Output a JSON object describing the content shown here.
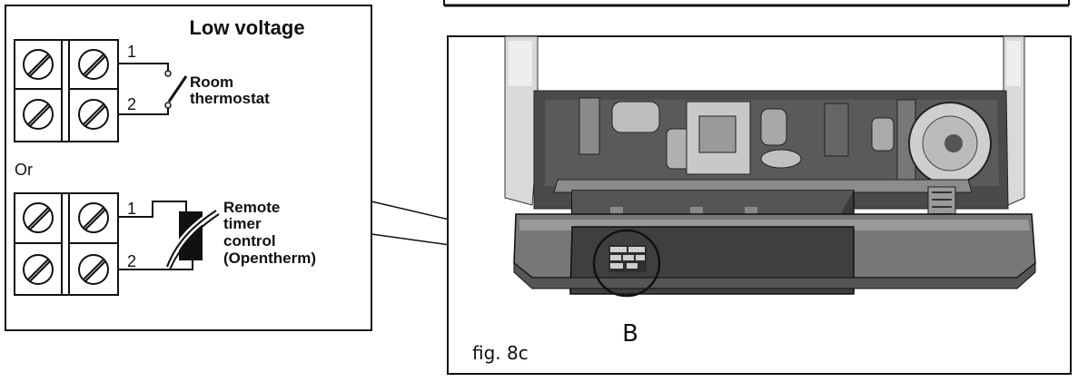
{
  "wiring_panel": {
    "title": "Low voltage",
    "room_thermostat": {
      "terminal_1": "1",
      "terminal_2": "2",
      "label_line1": "Room",
      "label_line2": "thermostat"
    },
    "or_label": "Or",
    "remote_timer": {
      "terminal_1": "1",
      "terminal_2": "2",
      "label_line1": "Remote",
      "label_line2": "timer",
      "label_line3": "control",
      "label_line4": "(Opentherm)"
    }
  },
  "photo_panel": {
    "callout_label": "B",
    "figure_label": "fig. 8c"
  }
}
